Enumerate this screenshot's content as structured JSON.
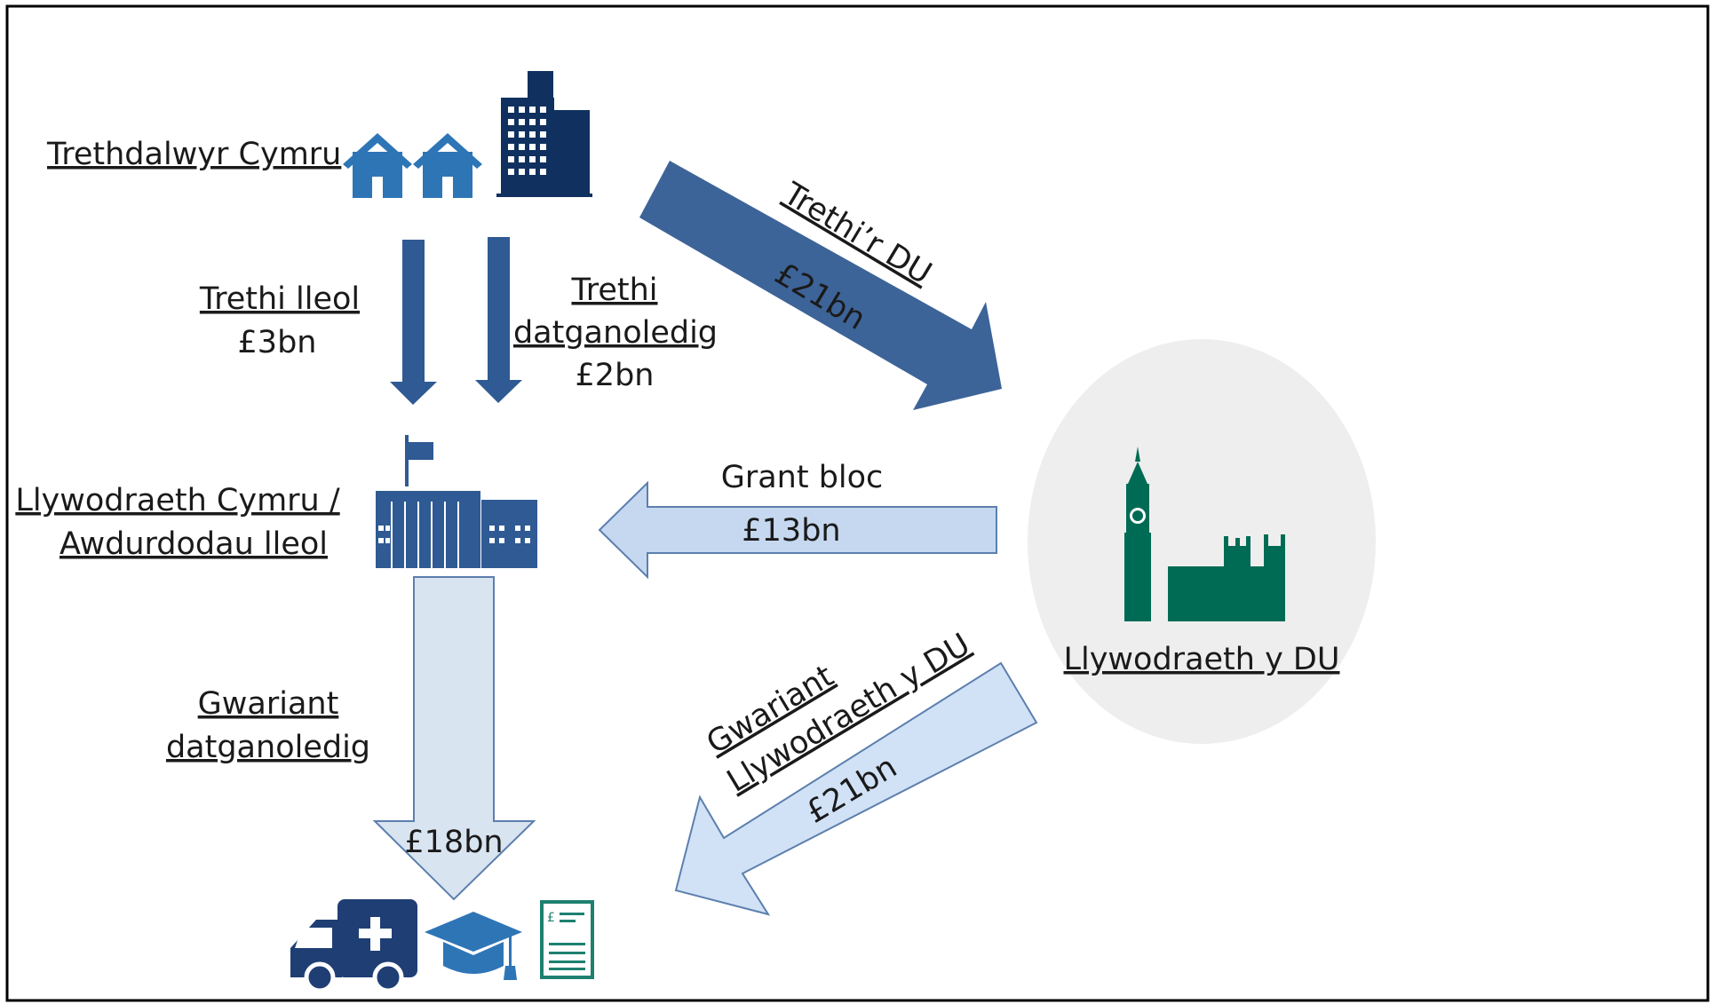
{
  "taxpayers": {
    "label": "Trethdalwyr Cymru"
  },
  "local_taxes": {
    "line1": "Trethi lleol",
    "amount": "£3bn"
  },
  "devolved_taxes": {
    "line1": "Trethi",
    "line2": "datganoledig",
    "amount": "£2bn"
  },
  "uk_taxes": {
    "label": "Trethi’r DU",
    "amount": "£21bn"
  },
  "welsh_gov": {
    "line1": "Llywodraeth Cymru /",
    "line2": "Awdurdodau lleol"
  },
  "block_grant": {
    "label": "Grant bloc",
    "amount": "£13bn"
  },
  "uk_gov": {
    "label": "Llywodraeth y DU"
  },
  "devolved_spending": {
    "line1": "Gwariant",
    "line2": "datganoledig",
    "amount": "£18bn"
  },
  "uk_spending": {
    "line1": "Gwariant",
    "line2": "Llywodraeth y DU",
    "amount": "£21bn"
  },
  "services": {
    "icons": [
      "ambulance-icon",
      "graduation-cap-icon",
      "document-pound-icon"
    ]
  },
  "colors": {
    "dark_blue": "#2f5a93",
    "navy": "#1f3e74",
    "light_blue": "#c5d8ef",
    "pale_blue": "#d9e4f1",
    "green": "#006b54",
    "circle_gray": "#eeeeee",
    "house_blue": "#2e75b6",
    "building_navy": "#10315f"
  }
}
